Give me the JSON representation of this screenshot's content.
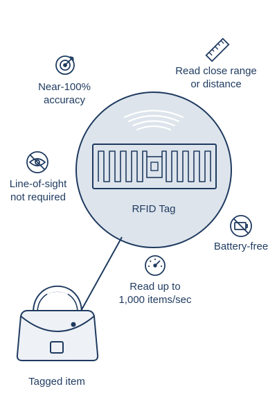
{
  "center": {
    "label": "RFID Tag"
  },
  "features": {
    "accuracy": {
      "line1": "Near-100%",
      "line2": "accuracy",
      "icon": "target-icon"
    },
    "range": {
      "line1": "Read close range",
      "line2": "or distance",
      "icon": "ruler-icon"
    },
    "line_of_sight": {
      "line1": "Line-of-sight",
      "line2": "not required",
      "icon": "no-eye-icon"
    },
    "battery": {
      "line1": "Battery-free",
      "icon": "no-battery-icon"
    },
    "speed": {
      "line1": "Read up to",
      "line2": "1,000 items/sec",
      "icon": "speedometer-icon"
    }
  },
  "item": {
    "label": "Tagged item",
    "icon": "handbag-icon"
  },
  "colors": {
    "stroke": "#1e3a5f",
    "circle_fill": "#dde4ec",
    "bag_fill": "#eef1f6",
    "wave": "#ffffff"
  }
}
